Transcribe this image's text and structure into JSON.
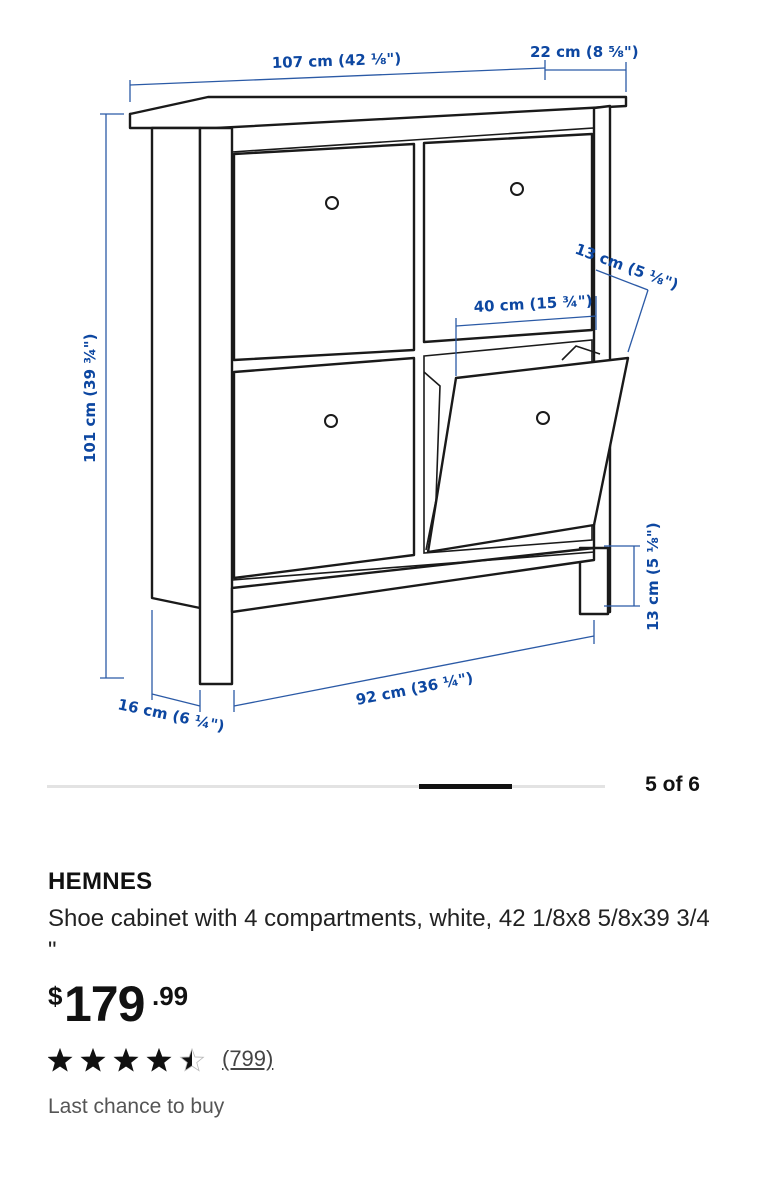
{
  "diagram": {
    "dimensions": {
      "width_total": "107 cm (42 ⅛\")",
      "depth_top": "22 cm (8 ⅝\")",
      "height_total": "101 cm (39 ¾\")",
      "depth_base": "16 cm (6 ¼\")",
      "inner_width": "92 cm (36 ¼\")",
      "compartment_width": "40 cm (15 ¾\")",
      "flap_depth": "13 cm (5 ⅛\")",
      "leg_height": "13 cm (5 ⅛\")"
    }
  },
  "carousel": {
    "counter": "5 of 6",
    "current": 5,
    "total": 6
  },
  "product": {
    "name": "HEMNES",
    "description": "Shoe cabinet with 4 compartments, white, 42 1/8x8 5/8x39 3/4 \"",
    "price": {
      "currency": "$",
      "integer": "179",
      "decimal": ".99"
    },
    "rating": {
      "value": 4.5,
      "max": 5,
      "count_label": "(799)"
    },
    "availability": "Last chance to buy"
  },
  "colors": {
    "dimension": "#0d47a1",
    "ink": "#1a1a1a",
    "track": "#e3e3e3"
  }
}
